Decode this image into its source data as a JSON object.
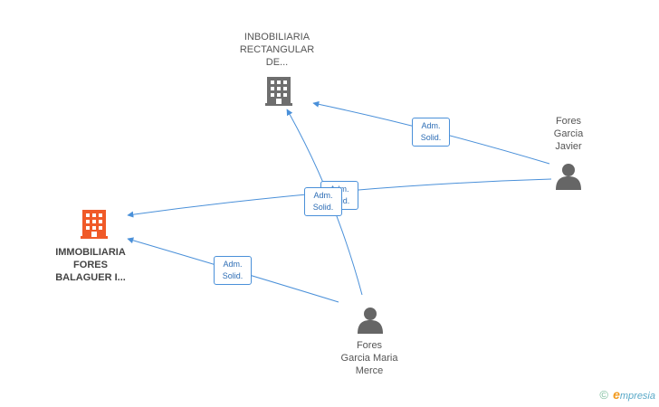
{
  "nodes": {
    "company_top": {
      "lines": [
        "INBOBILIARIA",
        "RECTANGULAR",
        "DE..."
      ],
      "color": "#6e6e6e",
      "icon": "building-icon"
    },
    "company_main": {
      "lines": [
        "IMMOBILIARIA",
        "FORES",
        "BALAGUER I..."
      ],
      "color": "#f05a28",
      "icon": "building-icon"
    },
    "person_javier": {
      "lines": [
        "Fores",
        "Garcia",
        "Javier"
      ],
      "color": "#666666",
      "icon": "person-icon"
    },
    "person_merce": {
      "lines": [
        "Fores",
        "Garcia Maria",
        "Merce"
      ],
      "color": "#666666",
      "icon": "person-icon"
    }
  },
  "edge_labels": {
    "javier_top": [
      "Adm.",
      "Solid."
    ],
    "javier_main": [
      "Adm.",
      "Solid."
    ],
    "merce_top": [
      "Adm.",
      "Solid."
    ],
    "merce_main": [
      "Adm.",
      "Solid."
    ]
  },
  "edge_color": "#4a90d9",
  "footer": {
    "copyright": "©",
    "brand_initial": "e",
    "brand_rest": "mpresia"
  }
}
